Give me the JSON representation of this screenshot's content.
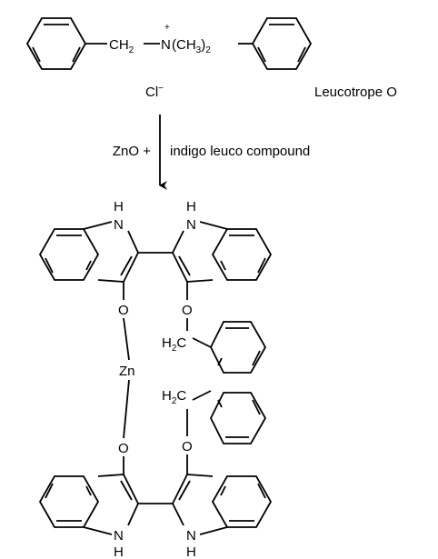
{
  "reagent": {
    "ch2_label": "CH",
    "ch2_sub": "2",
    "n_label": "N",
    "n_charge": "+",
    "nme_label": "(CH",
    "nme_sub1": "3",
    "nme_close": ")",
    "nme_sub2": "2",
    "counterion": "Cl",
    "counterion_charge": "−",
    "name": "Leucotrope O"
  },
  "arrow": {
    "left_label": "ZnO  +",
    "right_label": "indigo leuco compound"
  },
  "product": {
    "nh_label": "N",
    "h_label": "H",
    "o_label": "O",
    "zn_label": "Zn",
    "h2c_label": "H",
    "h2c_sub": "2",
    "h2c_c": "C"
  }
}
